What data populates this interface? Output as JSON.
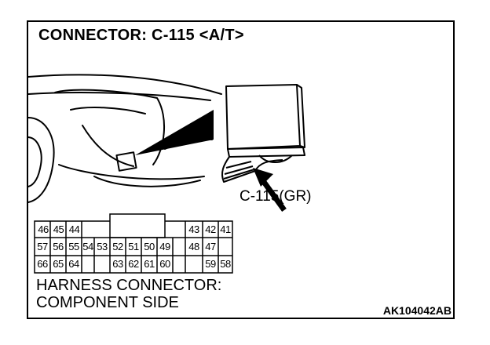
{
  "figure": {
    "title": "CONNECTOR: C-115 <A/T>",
    "callout": "C-115(GR)",
    "harness_line1": "HARNESS CONNECTOR:",
    "harness_line2": "COMPONENT SIDE",
    "code": "AK104042AB"
  },
  "connector": {
    "row1": [
      "46",
      "45",
      "44",
      "",
      "",
      "",
      "",
      "",
      "",
      "43",
      "42",
      "41"
    ],
    "row2": [
      "57",
      "56",
      "55",
      "54",
      "53",
      "52",
      "51",
      "50",
      "49",
      "48",
      "47"
    ],
    "row3": [
      "66",
      "65",
      "64",
      "",
      "63",
      "62",
      "61",
      "60",
      "",
      "59",
      "58"
    ]
  },
  "colors": {
    "line": "#000000",
    "background": "#ffffff"
  }
}
